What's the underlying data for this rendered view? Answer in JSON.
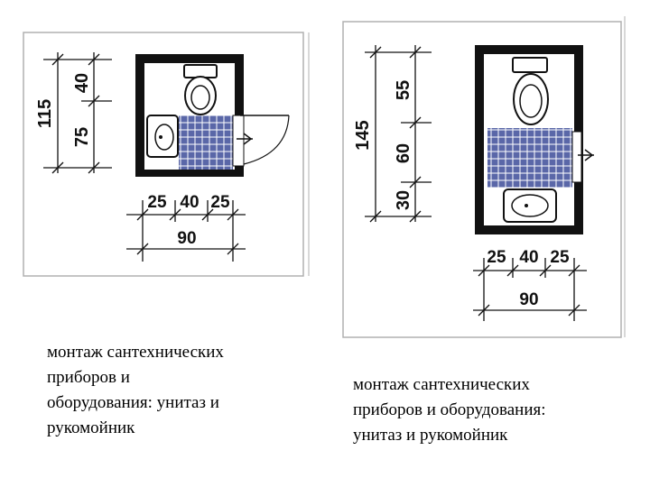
{
  "left_diagram": {
    "vertical_total": "115",
    "vertical_top": "40",
    "vertical_bottom": "75",
    "horizontal_left": "25",
    "horizontal_mid": "40",
    "horizontal_right": "25",
    "horizontal_total": "90"
  },
  "right_diagram": {
    "vertical_total": "145",
    "vertical_top": "55",
    "vertical_mid": "60",
    "vertical_bottom": "30",
    "horizontal_left": "25",
    "horizontal_mid": "40",
    "horizontal_right": "25",
    "horizontal_total": "90"
  },
  "captions": {
    "left": "монтаж сантехнических\nприборов и\nоборудования: унитаз и\nрукомойник",
    "right": "монтаж сантехнических\nприборов и оборудования:\nунитаз и рукомойник"
  }
}
